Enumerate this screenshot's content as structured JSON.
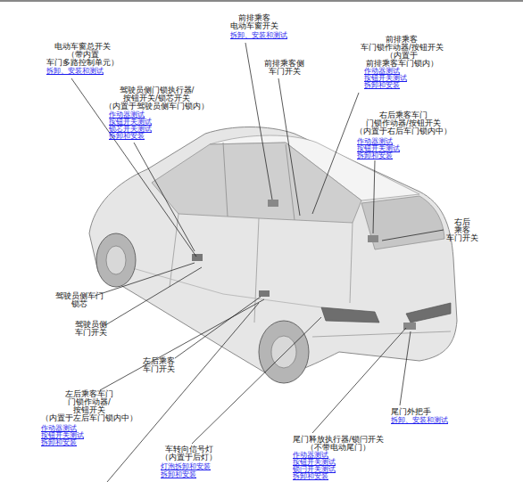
{
  "diagram": {
    "labels": [
      "电动车窗总开关 （带内置 车门多路控制单元）",
      "拆卸、安装和测试",
      "驾驶员侧门锁执行器/ 按钮开关/锁芯开关 （内置于驾驶员侧车门锁内）",
      "作动器测试",
      "按钮开关测试",
      "锁芯开关测试",
      "拆卸和安装",
      "前排乘客 电动车窗开关",
      "拆卸、安装和测试",
      "前排乘客侧 车门开关",
      "前排乘客 车门锁作动器/按钮开关 （内置于 前排乘客车门锁内）",
      "作动器测试",
      "按钮开关测试",
      "拆卸和安装",
      "右后乘客车门 门锁作动器/按钮开关 （内置于右后车门锁内中）",
      "作动器测试",
      "按钮开关测试",
      "拆卸和安装",
      "右后 乘客 车门开关",
      "驾驶员侧车门 锁芯",
      "驾驶员侧 车门开关",
      "左后乘客 车门开关",
      "左后乘客车门 门锁作动器/ 按钮开关 （内置于左后车门锁内中）",
      "作动器测试",
      "按钮开关测试",
      "拆卸和安装",
      "尾门外把手",
      "拆卸、安装和测试",
      "车转向信号灯 （内置于后灯）",
      "灯泡拆卸和安装",
      "拆卸和安装",
      "尾门释放执行器/锁闩开关 （不带电动尾门）",
      "作动器测试",
      "按钮开关测试",
      "锁闩开关测试",
      "拆卸和安装"
    ]
  }
}
